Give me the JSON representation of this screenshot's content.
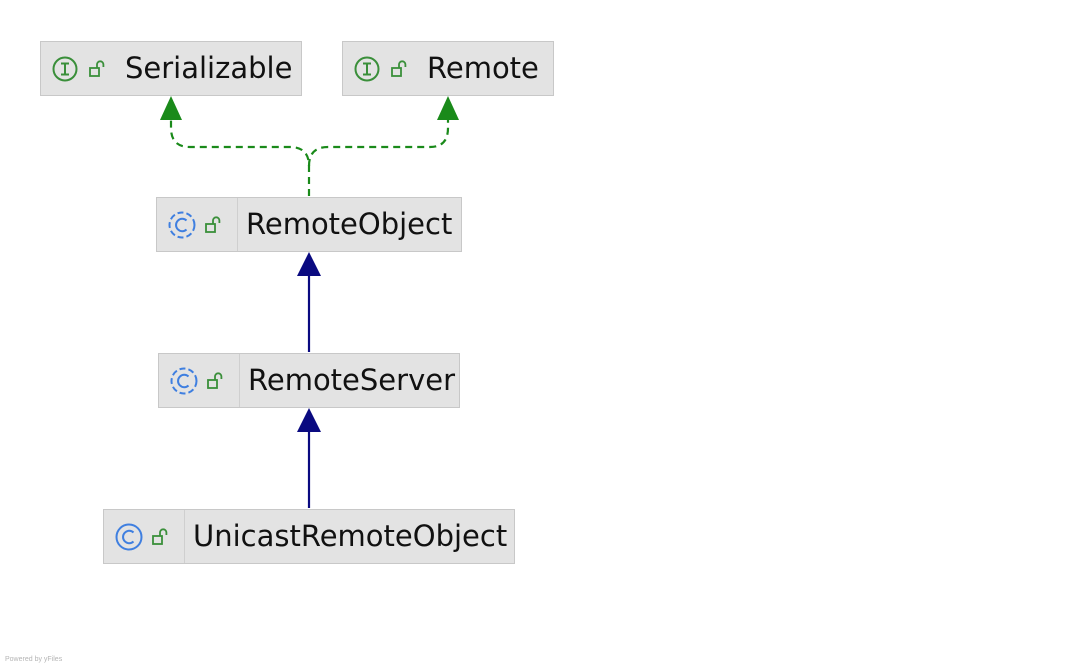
{
  "diagram": {
    "nodes": [
      {
        "id": "serializable",
        "label": "Serializable",
        "kind": "interface",
        "kind_icon": "interface-icon",
        "access_icon": "public-lock-icon"
      },
      {
        "id": "remote",
        "label": "Remote",
        "kind": "interface",
        "kind_icon": "interface-icon",
        "access_icon": "public-lock-icon"
      },
      {
        "id": "remoteobject",
        "label": "RemoteObject",
        "kind": "abstract-class",
        "kind_icon": "abstract-class-icon",
        "access_icon": "public-lock-icon"
      },
      {
        "id": "remoteserver",
        "label": "RemoteServer",
        "kind": "abstract-class",
        "kind_icon": "abstract-class-icon",
        "access_icon": "public-lock-icon"
      },
      {
        "id": "unicastremoteobject",
        "label": "UnicastRemoteObject",
        "kind": "class",
        "kind_icon": "class-icon",
        "access_icon": "public-lock-icon"
      }
    ],
    "edges": [
      {
        "from": "remoteobject",
        "to": "serializable",
        "type": "implements"
      },
      {
        "from": "remoteobject",
        "to": "remote",
        "type": "implements"
      },
      {
        "from": "remoteserver",
        "to": "remoteobject",
        "type": "extends"
      },
      {
        "from": "unicastremoteobject",
        "to": "remoteserver",
        "type": "extends"
      }
    ],
    "colors": {
      "implements": "#1a8a1a",
      "extends": "#0a0a80",
      "interface_icon": "#3a8f3a",
      "class_icon": "#3f7fe0",
      "access_icon": "#3a8f3a",
      "node_fill": "#e3e3e3"
    }
  },
  "footer": {
    "text": "Powered by yFiles"
  }
}
